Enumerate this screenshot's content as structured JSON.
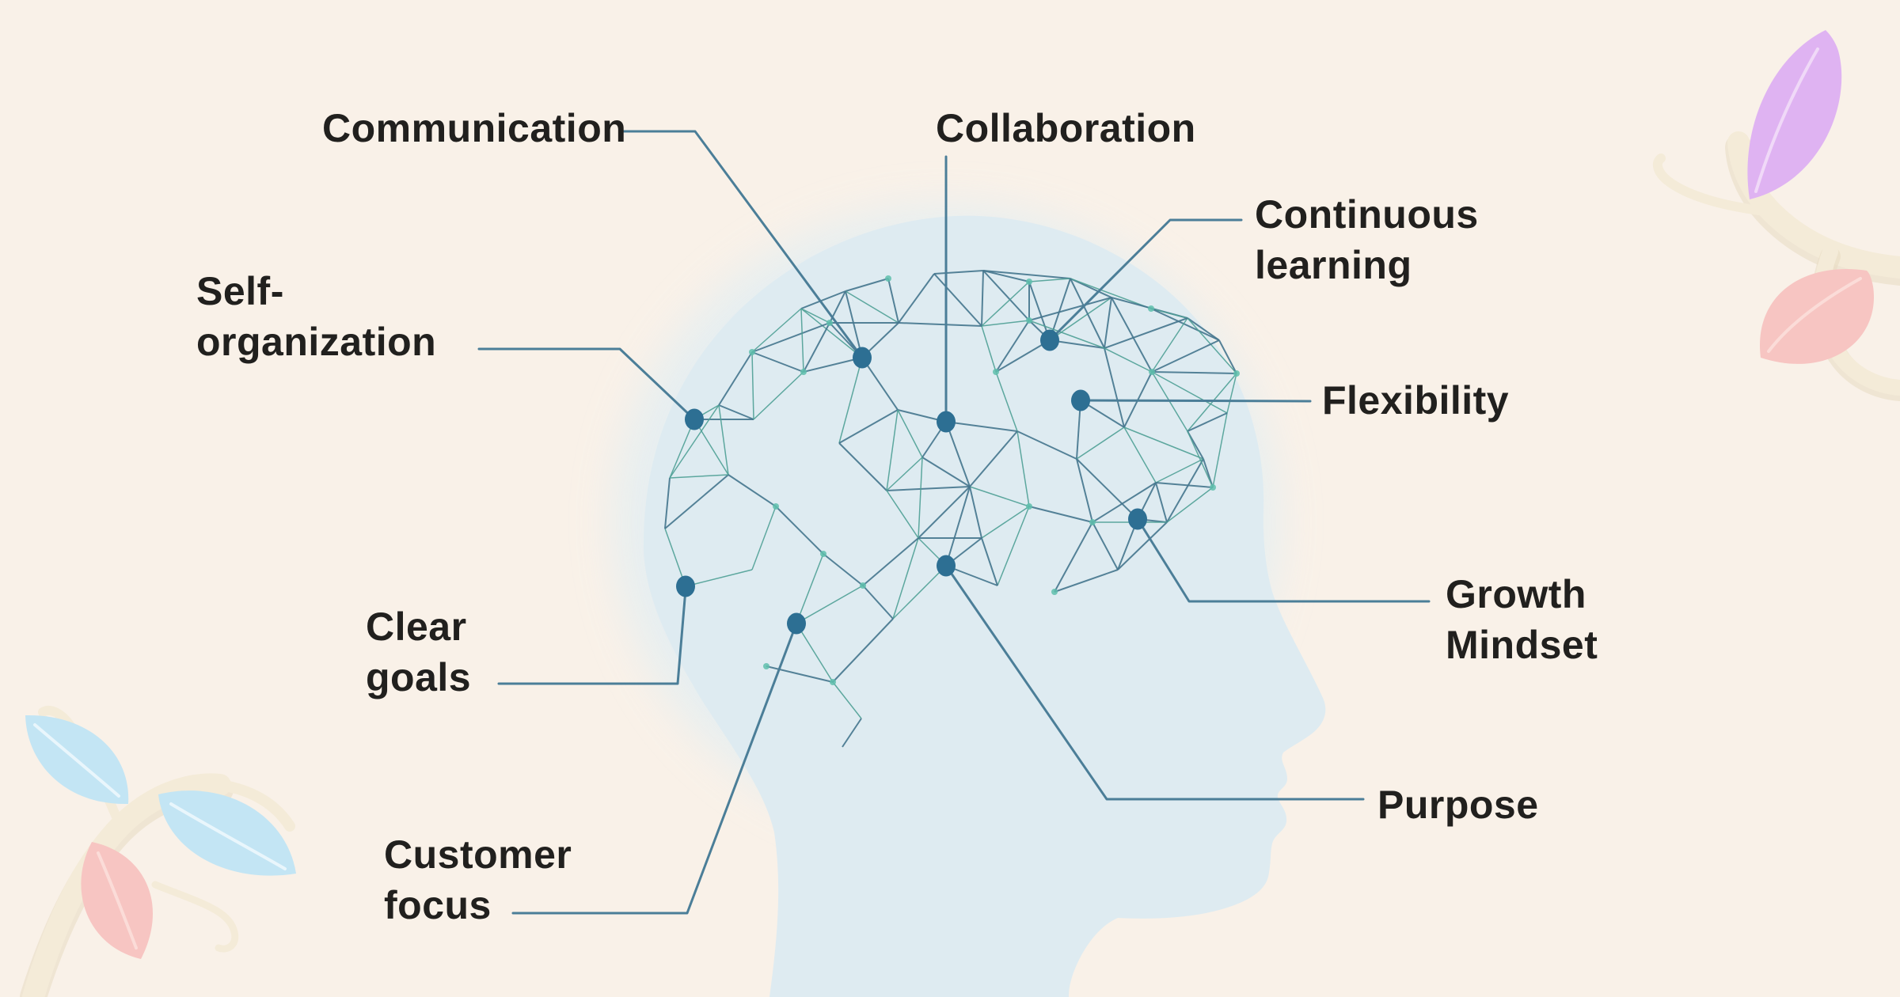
{
  "diagram": {
    "labels": [
      {
        "id": "communication",
        "text": "Communication"
      },
      {
        "id": "collaboration",
        "text": "Collaboration"
      },
      {
        "id": "continuous-learning",
        "text": "Continuous\nlearning"
      },
      {
        "id": "flexibility",
        "text": "Flexibility"
      },
      {
        "id": "self-organization",
        "text": "Self-\norganization"
      },
      {
        "id": "clear-goals",
        "text": "Clear\ngoals"
      },
      {
        "id": "customer-focus",
        "text": "Customer\nfocus"
      },
      {
        "id": "purpose",
        "text": "Purpose"
      },
      {
        "id": "growth-mindset",
        "text": "Growth\nMindset"
      }
    ],
    "colors": {
      "background": "#f9f1e8",
      "head_fill": "#deebf1",
      "head_halo": "#e2eef3",
      "mesh_line_dark": "#45768e",
      "mesh_line_teal": "#4fa096",
      "mesh_dot": "#5fc0ad",
      "node_fill": "#2d6f93",
      "leader_line": "#4b7e98",
      "label_ink": "#21201e",
      "leaf_purple": "#dfb3f2",
      "leaf_pink": "#f7c5c2",
      "leaf_blue": "#c3e5f4",
      "branch": "#f4ebd8"
    }
  }
}
